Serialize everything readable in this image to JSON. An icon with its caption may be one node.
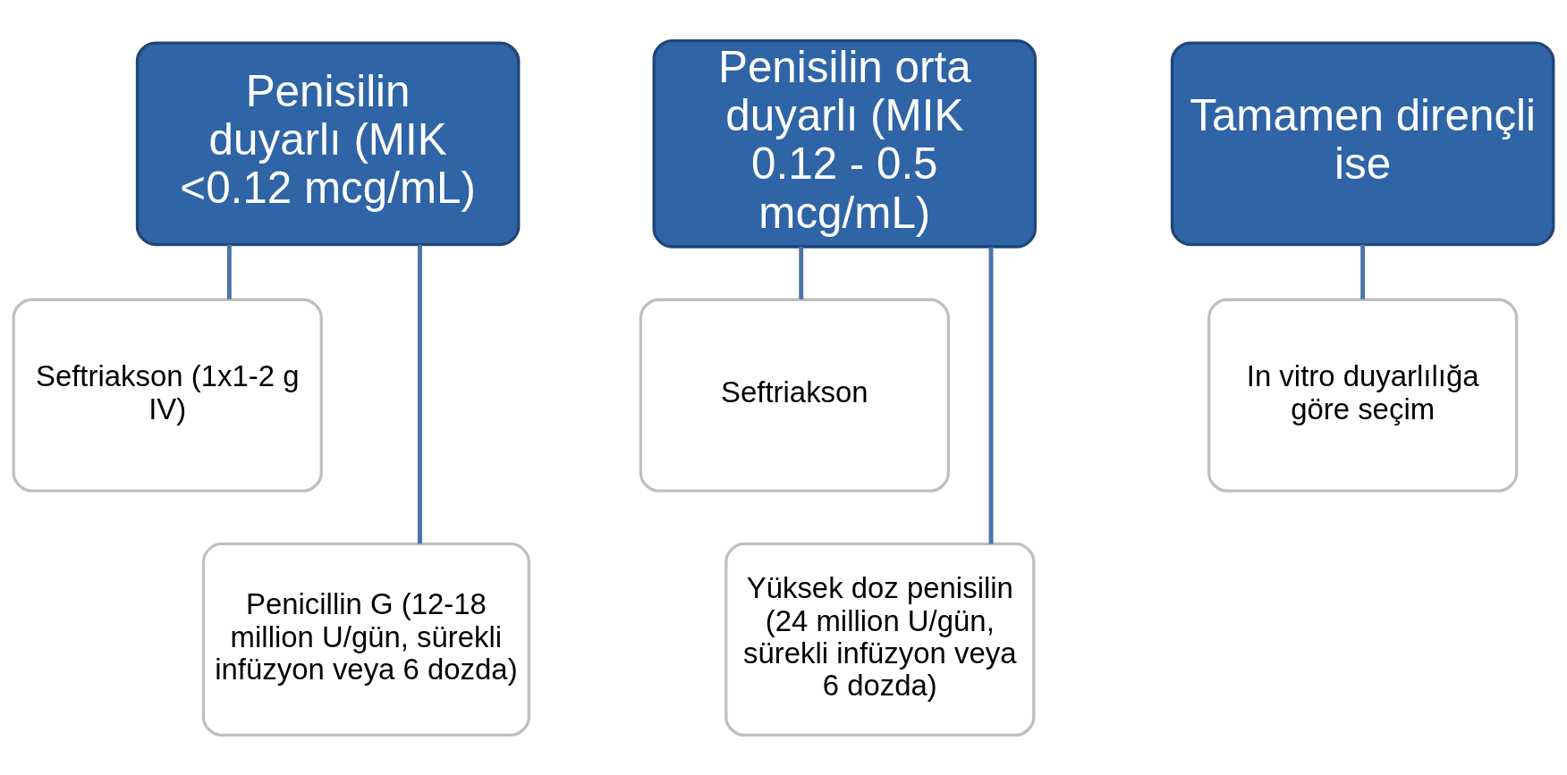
{
  "diagram": {
    "nodes": [
      {
        "text": [
          "Penisilin duyarlı (MIK <0.12 mcg/mL)"
        ]
      },
      {
        "text": [
          "Seftriakson (1x1-2 g IV)"
        ]
      },
      {
        "text": [
          "Penicillin G (12-18 million U/gün, sürekli infüzyon veya 6 dozda)"
        ]
      },
      {
        "text": [
          "Penisilin orta duyarlı (MIK 0.12 - 0.5 mcg/mL)"
        ]
      },
      {
        "text": [
          "Seftriakson"
        ]
      },
      {
        "text": [
          "Yüksek doz penisilin (24 million U/gün, sürekli infüzyon veya 6 dozda)"
        ]
      },
      {
        "text": [
          "Tamamen dirençli ise"
        ]
      },
      {
        "text": [
          "In vitro duyarlılığa göre seçim"
        ]
      }
    ],
    "edges": [
      {
        "from": 0,
        "to": 1,
        "arrow": "none"
      },
      {
        "from": 0,
        "to": 2,
        "arrow": "none"
      },
      {
        "from": 3,
        "to": 4,
        "arrow": "none"
      },
      {
        "from": 3,
        "to": 5,
        "arrow": "none"
      },
      {
        "from": 6,
        "to": 7,
        "arrow": "none"
      }
    ]
  }
}
